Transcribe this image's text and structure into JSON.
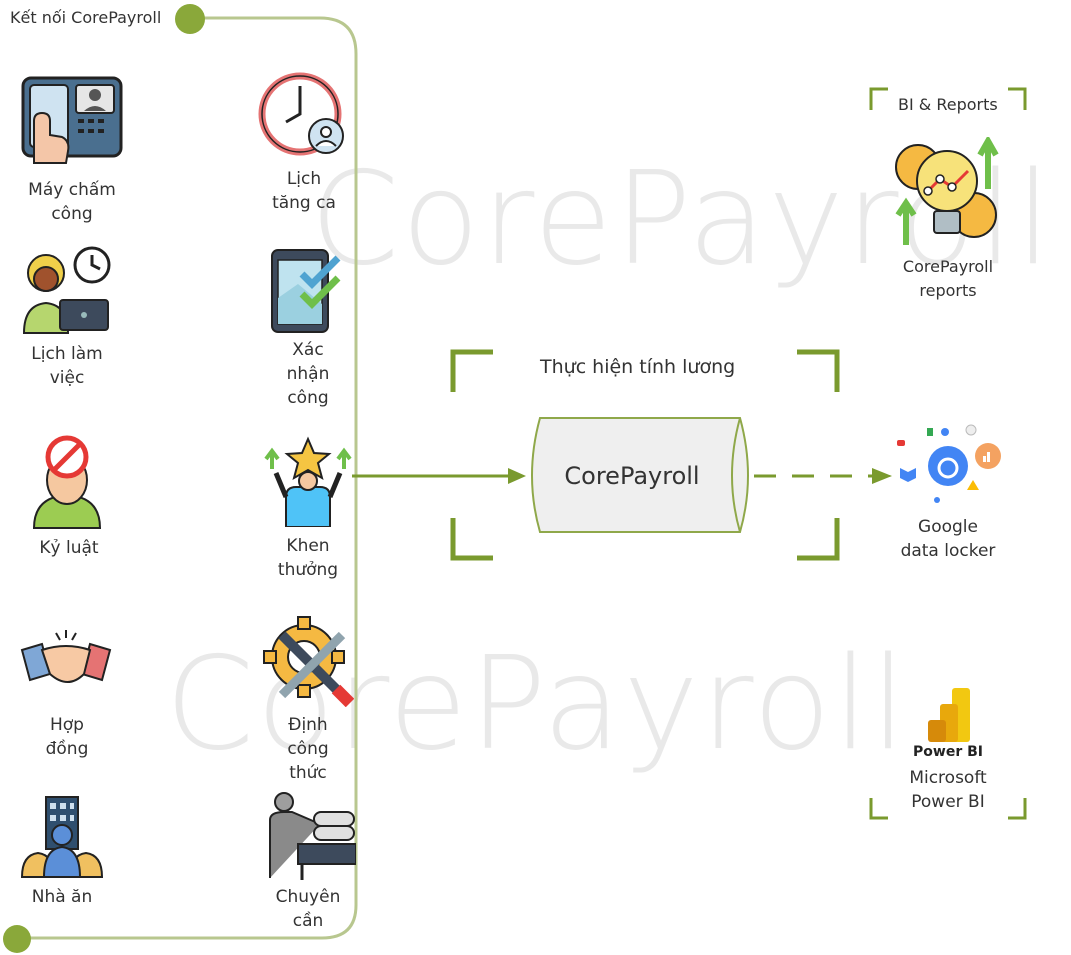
{
  "panel": {
    "title": "Kết nối CorePayroll"
  },
  "watermark": {
    "top": "CorePayroll",
    "bottom": "CorePayroll"
  },
  "left_items": [
    {
      "label": "Máy chấm\ncông",
      "icon": "fingerprint-scanner-icon"
    },
    {
      "label": "Lịch làm\nviệc",
      "icon": "worker-laptop-icon"
    },
    {
      "label": "Kỷ luật",
      "icon": "forbidden-user-icon"
    },
    {
      "label": "Hợp\nđồng",
      "icon": "handshake-icon"
    },
    {
      "label": "Nhà ăn",
      "icon": "canteen-building-icon"
    }
  ],
  "right_items": [
    {
      "label": "Lịch\ntăng ca",
      "icon": "overtime-clock-icon"
    },
    {
      "label": "Xác\nnhận\ncông",
      "icon": "checklist-phone-icon"
    },
    {
      "label": "Khen\nthưởng",
      "icon": "reward-star-icon"
    },
    {
      "label": "Định\ncông\nthức",
      "icon": "gear-tools-icon"
    },
    {
      "label": "Chuyên\ncần",
      "icon": "presenter-icon"
    }
  ],
  "center": {
    "caption": "Thực hiện tính lương",
    "cylinder_label": "CorePayroll"
  },
  "outputs": {
    "bi_title": "BI & Reports",
    "reports_label": "CorePayroll\nreports",
    "locker_label": "Google\ndata locker",
    "powerbi_brand": "Power BI",
    "powerbi_label": "Microsoft\nPower BI"
  },
  "colors": {
    "accent": "#7a9a2e",
    "panel_line": "#b5c58a",
    "dot": "#8aa83a"
  }
}
